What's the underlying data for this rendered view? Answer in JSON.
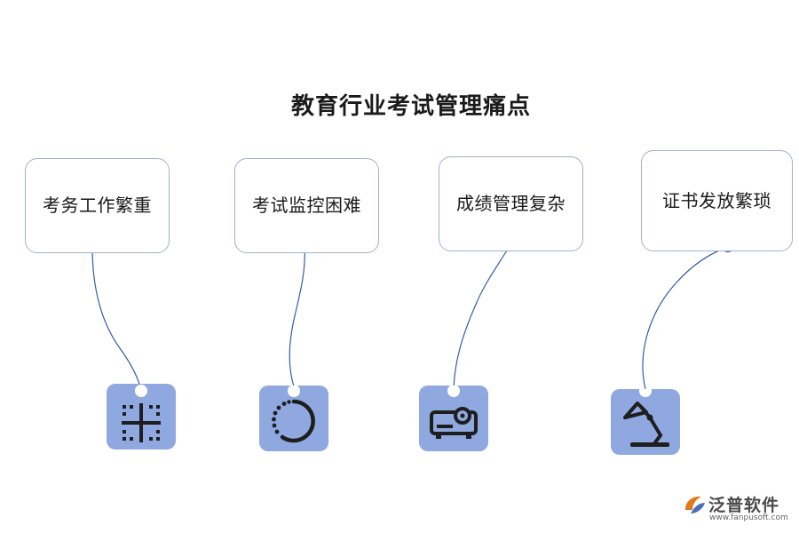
{
  "title": "教育行业考试管理痛点",
  "pain_points": [
    {
      "label": "考务工作繁重",
      "icon": "grid-crosshair-icon"
    },
    {
      "label": "考试监控困难",
      "icon": "dotted-circle-icon"
    },
    {
      "label": "成绩管理复杂",
      "icon": "projector-icon"
    },
    {
      "label": "证书发放繁琐",
      "icon": "desk-lamp-icon"
    }
  ],
  "colors": {
    "card_border": "#9fb0d6",
    "connector": "#3a5aa8",
    "icon_tile": "#8fa8df",
    "icon_glyph": "#1e1e1e"
  },
  "logo": {
    "name": "泛普软件",
    "url": "www.fanpusoft.com",
    "accent": "#e07a1c"
  }
}
